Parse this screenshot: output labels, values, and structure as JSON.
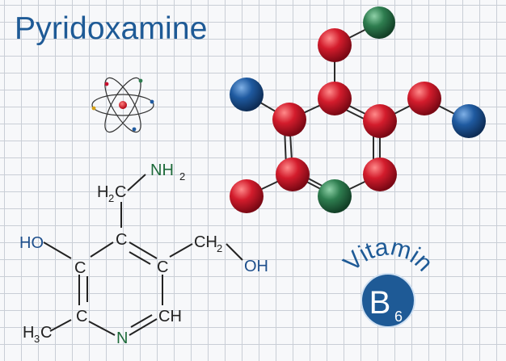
{
  "title": "Pyridoxamine",
  "structure_labels": {
    "nh2_n": "NH",
    "nh2_sub": "2",
    "h2c_h": "H",
    "h2c_sub": "2",
    "h2c_c": "C",
    "ho": "HO",
    "c_top": "C",
    "c_left": "C",
    "c_right": "C",
    "c_bottom_left": "C",
    "ch_right": "CH",
    "n_ring": "N",
    "h3c_h": "H",
    "h3c_sub": "3",
    "h3c_c": "C",
    "ch2_ch": "CH",
    "ch2_sub": "2",
    "oh": "OH"
  },
  "vitamin_badge": {
    "arc_text": "Vitamin",
    "letter": "B",
    "subscript": "6"
  },
  "colors": {
    "title": "#1e5a96",
    "carbon": "#c8102e",
    "oxygen_blue": "#1f4f8a",
    "nitrogen_green": "#2e7d4f",
    "badge": "#1e5a96"
  },
  "icons": [
    "atom-icon"
  ]
}
